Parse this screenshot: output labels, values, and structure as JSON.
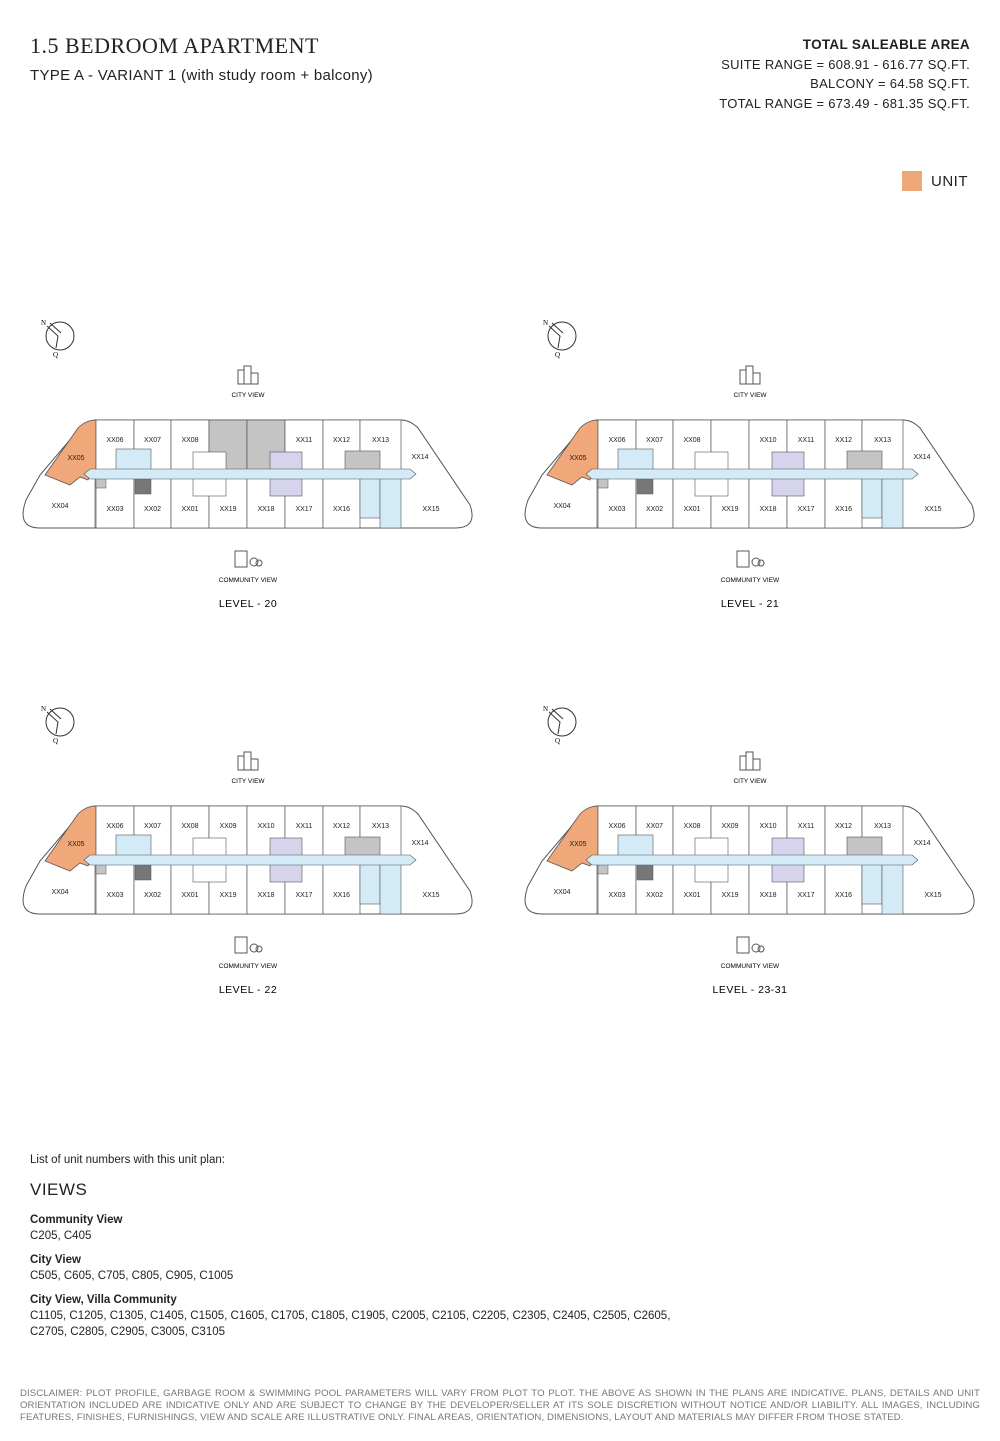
{
  "header": {
    "title": "1.5 BEDROOM APARTMENT",
    "subtitle": "TYPE A - VARIANT 1 (with study room + balcony)"
  },
  "area": {
    "heading": "TOTAL SALEABLE AREA",
    "suite": "SUITE RANGE = 608.91 - 616.77 SQ.FT.",
    "balcony": "BALCONY = 64.58 SQ.FT.",
    "total": "TOTAL RANGE = 673.49 - 681.35 SQ.FT."
  },
  "legend": {
    "label": "UNIT",
    "color": "#f0a87a"
  },
  "compass": {
    "n": "N",
    "q": "Q"
  },
  "plans": [
    {
      "level": "LEVEL - 20",
      "city": "CITY VIEW",
      "community": "COMMUNITY VIEW",
      "top": [
        "XX06",
        "XX07",
        "XX08",
        "",
        "",
        "XX11",
        "XX12",
        "XX13"
      ],
      "gray_top": [
        3,
        4
      ],
      "bottom": [
        "XX03",
        "XX02",
        "XX01",
        "XX19",
        "XX18",
        "XX17",
        "XX16"
      ],
      "xx04": "XX04",
      "xx05": "XX05",
      "xx14": "XX14",
      "xx15": "XX15"
    },
    {
      "level": "LEVEL - 21",
      "city": "CITY VIEW",
      "community": "COMMUNITY VIEW",
      "top": [
        "XX06",
        "XX07",
        "XX08",
        "",
        "XX10",
        "XX11",
        "XX12",
        "XX13"
      ],
      "gray_top": [],
      "bottom": [
        "XX03",
        "XX02",
        "XX01",
        "XX19",
        "XX18",
        "XX17",
        "XX16"
      ],
      "xx04": "XX04",
      "xx05": "XX05",
      "xx14": "XX14",
      "xx15": "XX15"
    },
    {
      "level": "LEVEL - 22",
      "city": "CITY VIEW",
      "community": "COMMUNITY VIEW",
      "top": [
        "XX06",
        "XX07",
        "XX08",
        "XX09",
        "XX10",
        "XX11",
        "XX12",
        "XX13"
      ],
      "gray_top": [],
      "bottom": [
        "XX03",
        "XX02",
        "XX01",
        "XX19",
        "XX18",
        "XX17",
        "XX16"
      ],
      "xx04": "XX04",
      "xx05": "XX05",
      "xx14": "XX14",
      "xx15": "XX15"
    },
    {
      "level": "LEVEL - 23-31",
      "city": "CITY VIEW",
      "community": "COMMUNITY VIEW",
      "top": [
        "XX06",
        "XX07",
        "XX08",
        "XX09",
        "XX10",
        "XX11",
        "XX12",
        "XX13"
      ],
      "gray_top": [],
      "bottom": [
        "XX03",
        "XX02",
        "XX01",
        "XX19",
        "XX18",
        "XX17",
        "XX16"
      ],
      "xx04": "XX04",
      "xx05": "XX05",
      "xx14": "XX14",
      "xx15": "XX15"
    }
  ],
  "lists": {
    "intro": "List of unit numbers with this unit plan:",
    "heading": "VIEWS",
    "groups": [
      {
        "name": "Community View",
        "units": "C205, C405"
      },
      {
        "name": "City View",
        "units": "C505, C605, C705, C805, C905, C1005"
      },
      {
        "name": "City View, Villa Community",
        "units": "C1105, C1205, C1305, C1405, C1505, C1605, C1705, C1805, C1905, C2005, C2105, C2205, C2305, C2405, C2505, C2605, C2705, C2805, C2905, C3005, C3105"
      }
    ]
  },
  "disclaimer": "DISCLAIMER: PLOT PROFILE, GARBAGE ROOM & SWIMMING POOL PARAMETERS WILL VARY FROM PLOT TO PLOT. THE ABOVE AS SHOWN IN THE PLANS ARE INDICATIVE. PLANS, DETAILS AND UNIT ORIENTATION INCLUDED ARE INDICATIVE ONLY AND ARE SUBJECT TO CHANGE BY THE DEVELOPER/SELLER AT ITS SOLE DISCRETION WITHOUT NOTICE AND/OR LIABILITY. ALL IMAGES, INCLUDING FEATURES, FINISHES, FURNISHINGS, VIEW AND SCALE ARE ILLUSTRATIVE ONLY. FINAL AREAS, ORIENTATION, DIMENSIONS, LAYOUT AND MATERIALS MAY DIFFER FROM THOSE STATED."
}
